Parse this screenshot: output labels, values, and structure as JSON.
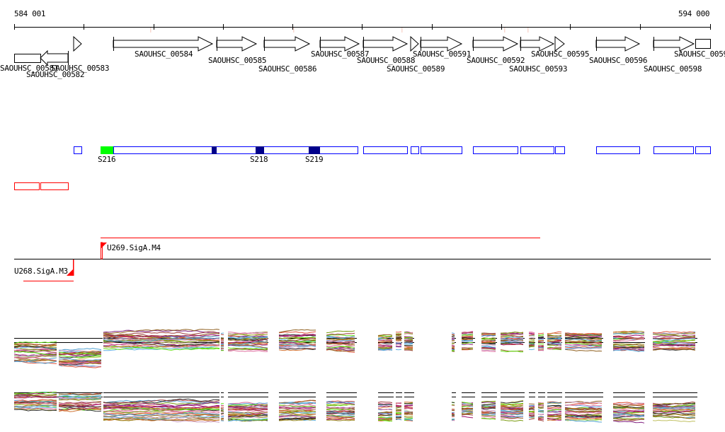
{
  "ruler": {
    "start_label": "584 001",
    "end_label": "594 000"
  },
  "genes": [
    "SAOUHSC_00581",
    "SAOUHSC_00583",
    "SAOUHSC_00582",
    "SAOUHSC_00584",
    "SAOUHSC_00585",
    "SAOUHSC_00586",
    "SAOUHSC_00587",
    "SAOUHSC_00588",
    "SAOUHSC_00589",
    "SAOUHSC_00591",
    "SAOUHSC_00592",
    "SAOUHSC_00593",
    "SAOUHSC_00595",
    "SAOUHSC_00596",
    "SAOUHSC_00598",
    "SAOUHSC_0059"
  ],
  "segments": [
    "S216",
    "S218",
    "S219"
  ],
  "promoters": [
    "U269.SigA.M4",
    "U268.SigA.M3"
  ],
  "colors": {
    "gene_stroke": "#000000",
    "segment_stroke": "#0000ff",
    "segment_dark": "#00008b",
    "segment_highlight": "#00ff00",
    "promoter": "#ff0000",
    "ruler_mark": "#f8d8d0"
  }
}
